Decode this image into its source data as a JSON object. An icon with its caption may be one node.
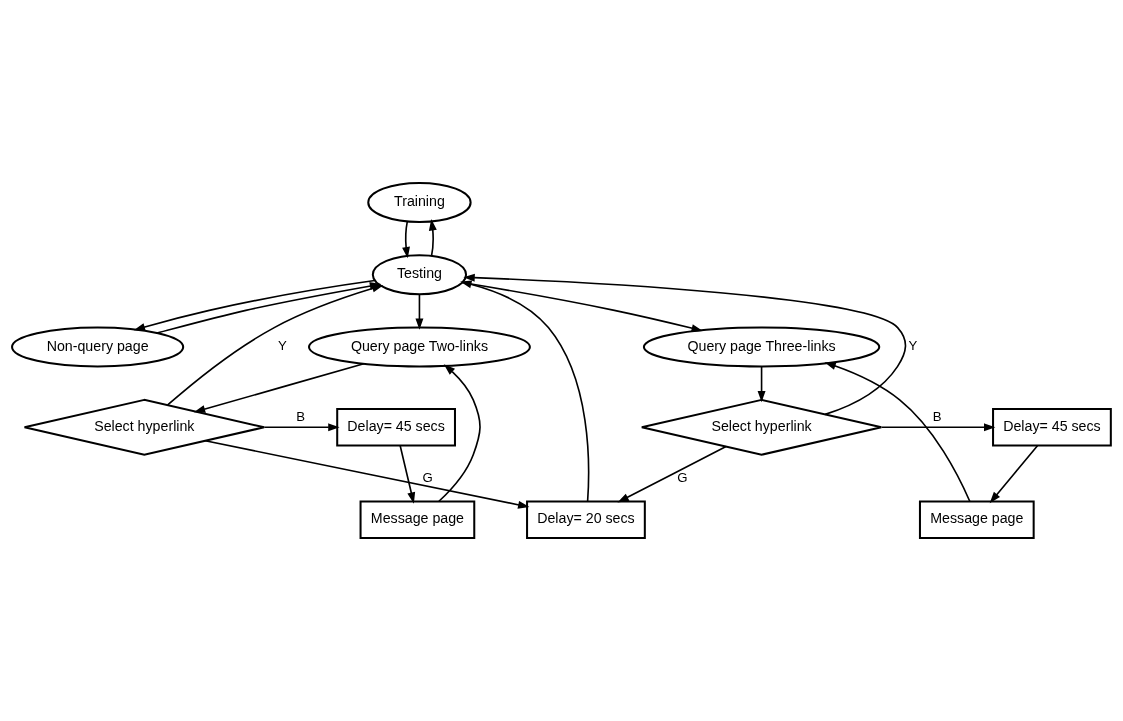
{
  "diagram": {
    "nodes": [
      {
        "text": [
          "Training"
        ]
      },
      {
        "text": [
          "Testing"
        ]
      },
      {
        "text": [
          "Non-query page"
        ]
      },
      {
        "text": [
          "Query page Two-links"
        ]
      },
      {
        "text": [
          "Query page Three-links"
        ]
      },
      {
        "text": [
          "Message page"
        ]
      },
      {
        "text": [
          "Delay= 45 secs"
        ]
      },
      {
        "text": [
          "Select hyperlink"
        ]
      },
      {
        "text": [
          "Message page"
        ]
      },
      {
        "text": [
          "Delay= 45 secs"
        ]
      },
      {
        "text": [
          "Select hyperlink"
        ]
      },
      {
        "text": [
          "Delay= 20 secs"
        ]
      }
    ],
    "edges": [
      {
        "from": 1,
        "to": 0,
        "arrow": "to"
      },
      {
        "from": 0,
        "to": 1,
        "arrow": "to"
      },
      {
        "from": 2,
        "to": 1,
        "arrow": "to"
      },
      {
        "from": 1,
        "to": 2,
        "arrow": "to"
      },
      {
        "from": 1,
        "to": 3,
        "arrow": "to"
      },
      {
        "from": 1,
        "to": 4,
        "arrow": "to"
      },
      {
        "from": 3,
        "to": 7,
        "arrow": "to"
      },
      {
        "from": 7,
        "to": 6,
        "arrow": "to",
        "label": "B"
      },
      {
        "from": 6,
        "to": 5,
        "arrow": "to"
      },
      {
        "from": 5,
        "to": 3,
        "arrow": "to"
      },
      {
        "from": 7,
        "to": 1,
        "arrow": "to",
        "label": "Y"
      },
      {
        "from": 7,
        "to": 11,
        "arrow": "to",
        "label": "G"
      },
      {
        "from": 4,
        "to": 10,
        "arrow": "to"
      },
      {
        "from": 10,
        "to": 9,
        "arrow": "to",
        "label": "B"
      },
      {
        "from": 9,
        "to": 8,
        "arrow": "to"
      },
      {
        "from": 8,
        "to": 4,
        "arrow": "to"
      },
      {
        "from": 10,
        "to": 1,
        "arrow": "to",
        "label": "Y"
      },
      {
        "from": 10,
        "to": 11,
        "arrow": "to",
        "label": "G"
      },
      {
        "from": 11,
        "to": 1,
        "arrow": "to"
      }
    ]
  }
}
